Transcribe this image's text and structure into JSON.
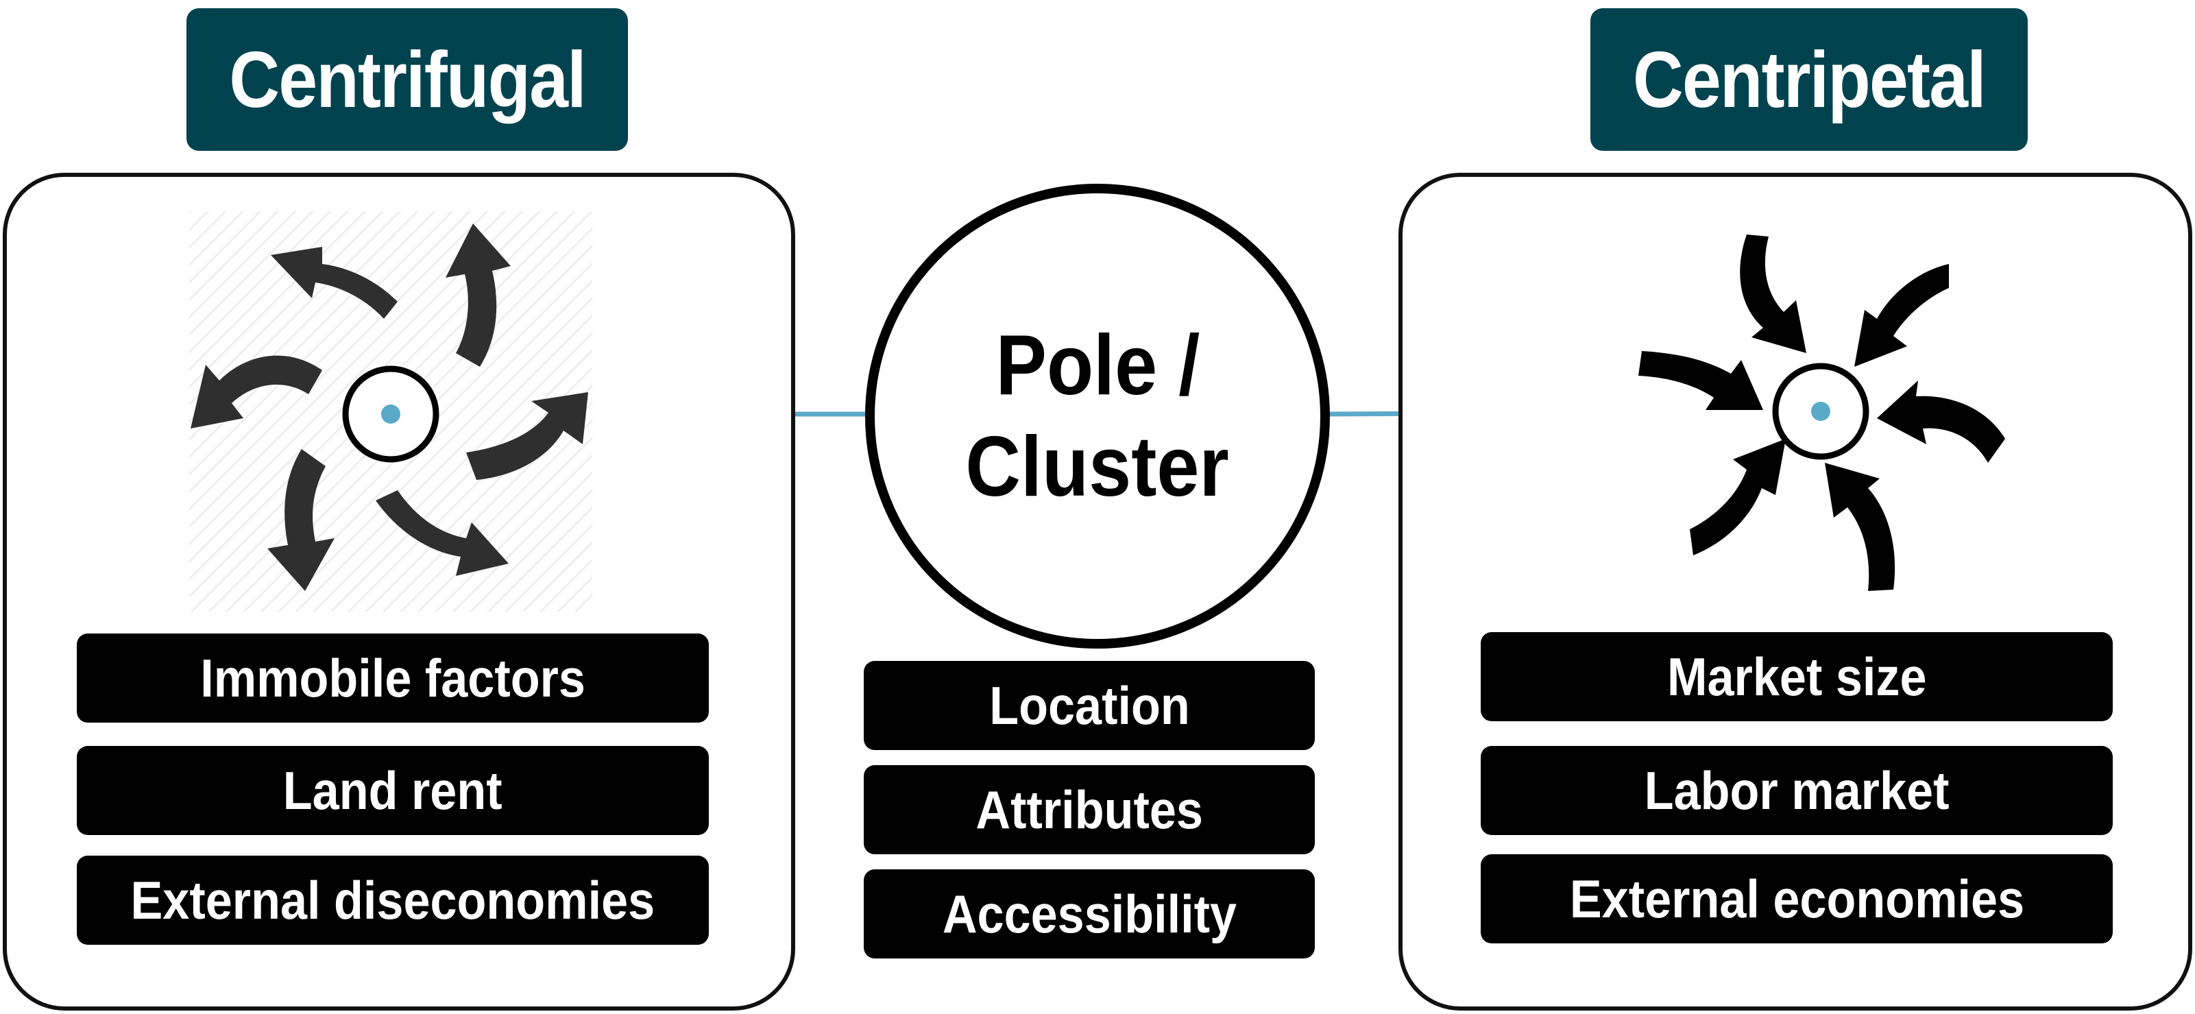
{
  "left": {
    "title": "Centrifugal",
    "labels": [
      "Immobile factors",
      "Land rent",
      "External diseconomies"
    ]
  },
  "center": {
    "line1": "Pole /",
    "line2": "Cluster",
    "labels": [
      "Location",
      "Attributes",
      "Accessibility"
    ]
  },
  "right": {
    "title": "Centripetal",
    "labels": [
      "Market size",
      "Labor market",
      "External economies"
    ]
  },
  "colors": {
    "header_bg": "#00434f",
    "connector": "#5aa9c9",
    "arrow": "#2f2f2f",
    "label_bg": "#000000"
  },
  "icons": {
    "left": "outward-arrows-icon",
    "right": "inward-arrows-icon"
  }
}
